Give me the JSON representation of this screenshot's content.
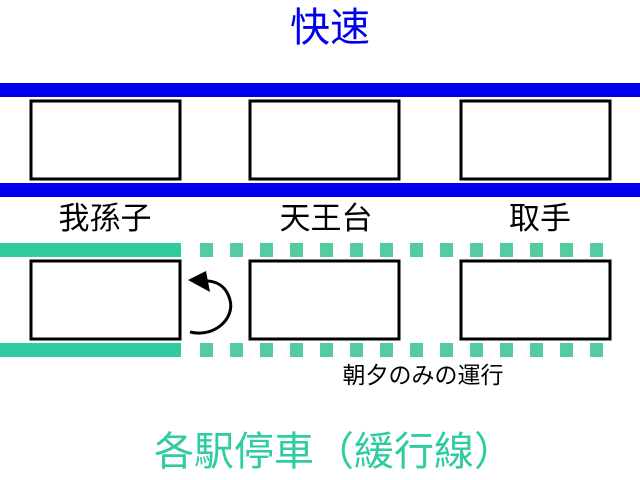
{
  "colors": {
    "rapid": "#0000ee",
    "local": "#2ecc9f",
    "local_dashed": "#55cca0",
    "box": "#000000"
  },
  "rapid_line": {
    "label": "快速"
  },
  "local_line": {
    "label": "各駅停車（緩行線）",
    "note": "朝夕のみの運行"
  },
  "stations": [
    {
      "name": "我孫子"
    },
    {
      "name": "天王台"
    },
    {
      "name": "取手"
    }
  ],
  "icons": {
    "turnback": "curved-arrow-icon"
  }
}
